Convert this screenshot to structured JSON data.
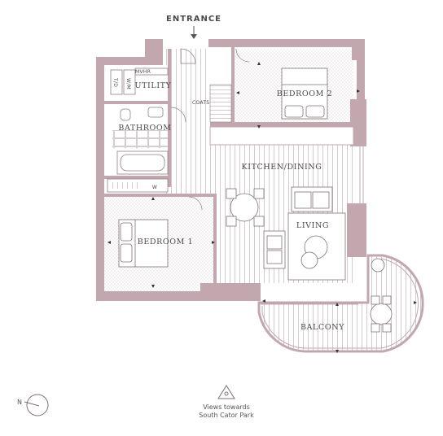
{
  "entrance_label": "ENTRANCE",
  "rooms": {
    "utility": "UTILITY",
    "mvhr": "MVHR",
    "wm": "W/M",
    "dryer": "T/D",
    "bathroom": "BATHROOM",
    "coats": "COATS",
    "w": "W",
    "bedroom2": "BEDROOM 2",
    "kitchen": "KITCHEN/DINING",
    "living": "LIVING",
    "bedroom1": "BEDROOM 1",
    "balcony": "BALCONY"
  },
  "views": {
    "line1": "Views towards",
    "line2": "South Cator Park"
  },
  "north_label": "N",
  "colors": {
    "wall": "#c2a8ae",
    "wall_dark": "#a88d94",
    "floor_line": "#cfc2c5",
    "text": "#4a4a4a"
  }
}
